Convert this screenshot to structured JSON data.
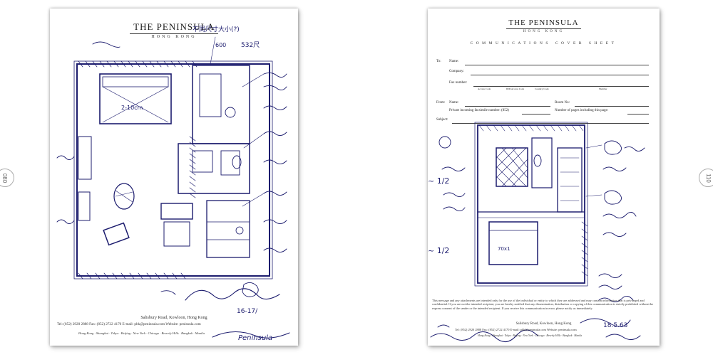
{
  "page_numbers": {
    "left": "080",
    "right": "110"
  },
  "left_sheet": {
    "letterhead": {
      "name": "THE PENINSULA",
      "city": "HONG KONG"
    },
    "footer": {
      "address": "Salisbury Road, Kowloon, Hong Kong",
      "contact": "Tel: (852) 2920 2888  Fax: (852) 2722 4170  E-mail: phk@peninsula.com  Website: peninsula.com",
      "cities": "Hong Kong · Shanghai · Tokyo · Beijing · New York · Chicago · Beverly Hills · Bangkok · Manila"
    },
    "annotations": {
      "top": "不同尺寸大小(?)",
      "ref": "532尺",
      "dim": "600",
      "sig_date": "16-17/",
      "sig_name": "Peninsula"
    }
  },
  "right_sheet": {
    "letterhead": {
      "name": "THE PENINSULA",
      "city": "HONG KONG"
    },
    "form_title": "COMMUNICATIONS COVER SHEET",
    "fields": {
      "to": "To:",
      "name": "Name:",
      "company": "Company:",
      "fax_number": "Fax number:",
      "fax_sub": [
        "Access Code",
        "IDD Access Code",
        "Country Code",
        "Number"
      ],
      "from": "From:",
      "name2": "Name:",
      "room_no": "Room No:",
      "private_fax": "Private incoming facsimile number: (852)",
      "num_pages": "Number of pages including this page:",
      "subject": "Subject:"
    },
    "notice": "This message and any attachments are intended only for the use of the individual or entity to which they are addressed and may contain information that is privileged and confidential. If you are not the intended recipient, you are hereby notified that any dissemination, distribution or copying of this communication is strictly prohibited without the express consent of the sender or the intended recipient. If you receive this communication in error, please notify us immediately.",
    "footer": {
      "address": "Salisbury Road, Kowloon, Hong Kong",
      "contact": "Tel: (852) 2920 2888  Fax: (852) 2722 4170  E-mail: phk@peninsula.com  Website: peninsula.com",
      "cities": "Hong Kong · Shanghai · Tokyo · Beijing · New York · Chicago · Beverly Hills · Bangkok · Manila"
    },
    "annotations": {
      "date": "18.5.63",
      "half_a": "~ 1/2",
      "half_b": "~ 1/2"
    }
  }
}
